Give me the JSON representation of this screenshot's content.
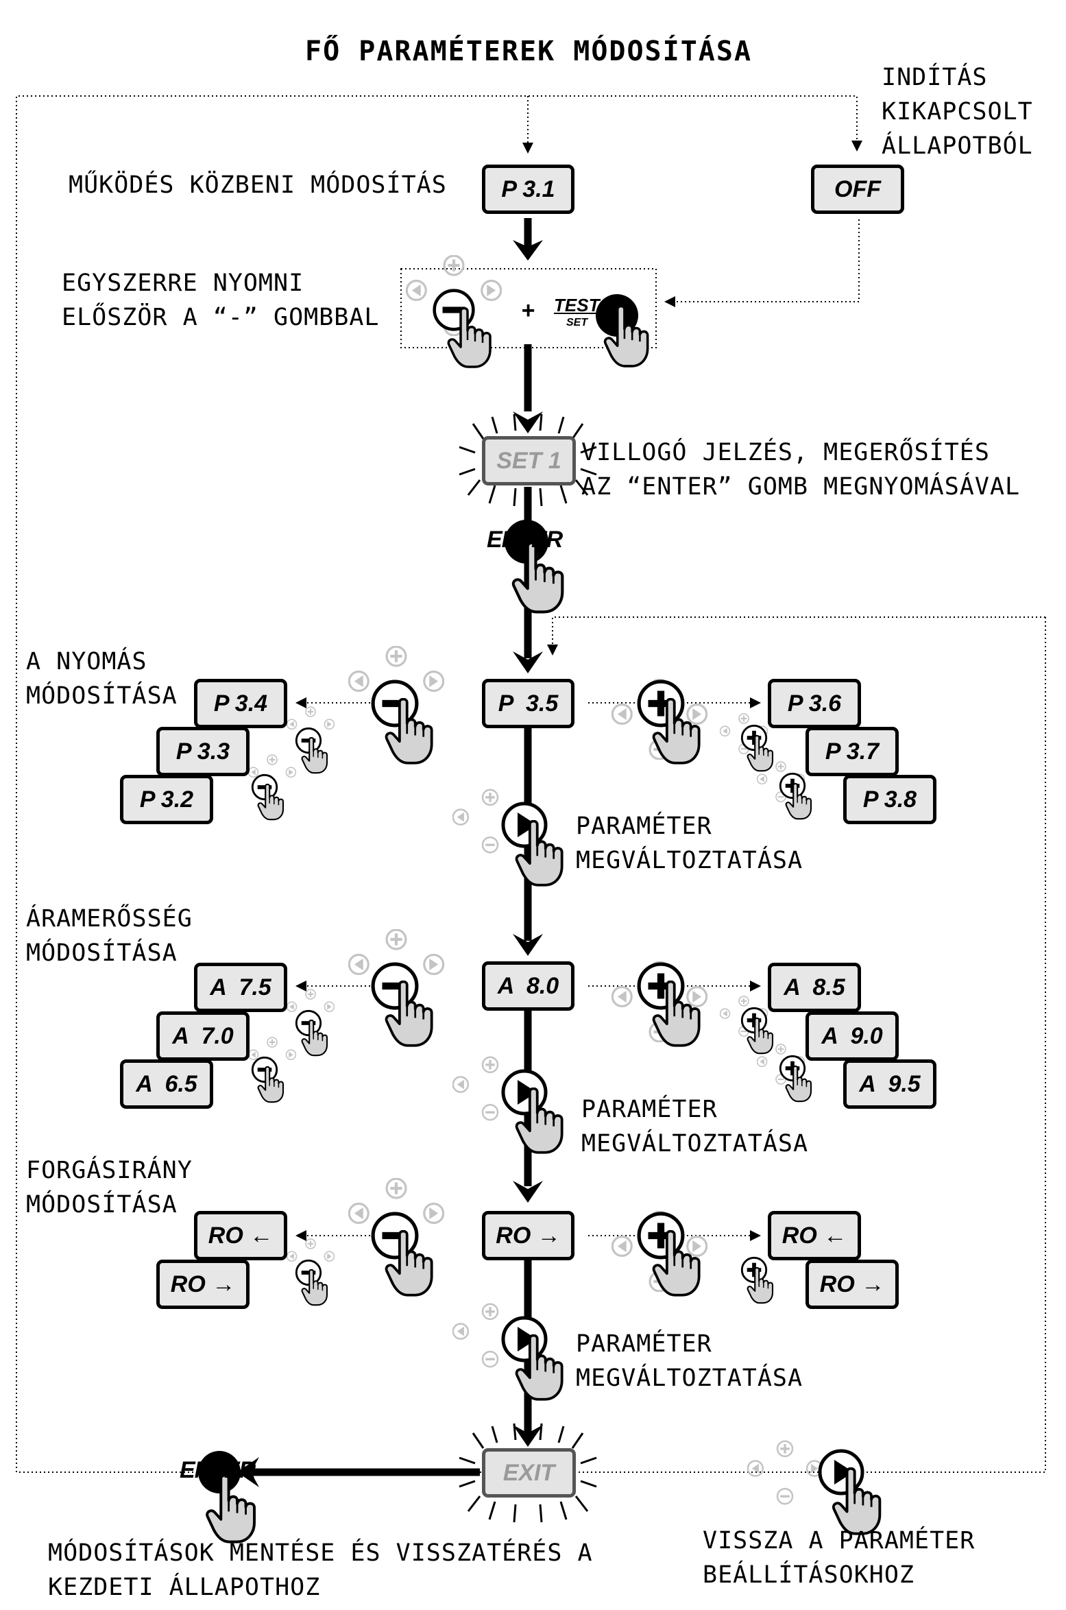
{
  "title": "FŐ PARAMÉTEREK MÓDOSÍTÁSA",
  "labels": {
    "start_off": "INDÍTÁS\nKIKAPCSOLT\nÁLLAPOTBÓL",
    "running_edit": "MŰKÖDÉS KÖZBENI MÓDOSÍTÁS",
    "press_together": "EGYSZERRE NYOMNI\nELŐSZÖR A “-” GOMBBAL",
    "blink_confirm": "VILLOGÓ JELZÉS, MEGERŐSÍTÉS\nAZ “ENTER” GOMB MEGNYOMÁSÁVAL",
    "pressure_edit": "A NYOMÁS\nMÓDOSÍTÁSA",
    "param_change_1": "PARAMÉTER\nMEGVÁLTOZTATÁSA",
    "current_edit": "ÁRAMERŐSSÉG\nMÓDOSÍTÁSA",
    "param_change_2": "PARAMÉTER\nMEGVÁLTOZTATÁSA",
    "rotation_edit": "FORGÁSIRÁNY\nMÓDOSÍTÁSA",
    "param_change_3": "PARAMÉTER\nMEGVÁLTOZTATÁSA",
    "save_return": "MÓDOSÍTÁSOK MENTÉSE ÉS VISSZATÉRÉS A\nKEZDETI ÁLLAPOTHOZ",
    "back_to_settings": "VISSZA A PARAMÉTER\nBEÁLLÍTÁSOKHOZ"
  },
  "displays": {
    "p31": "P 3.1",
    "off": "OFF",
    "set1": "SET 1",
    "p35": "P  3.5",
    "p34": "P 3.4",
    "p33": "P 3.3",
    "p32": "P 3.2",
    "p36": "P 3.6",
    "p37": "P 3.7",
    "p38": "P 3.8",
    "a80": "A  8.0",
    "a75": "A  7.5",
    "a70": "A  7.0",
    "a65": "A  6.5",
    "a85": "A  8.5",
    "a90": "A  9.0",
    "a95": "A  9.5",
    "ro_main": "RO →",
    "ro_left_a": "RO ←",
    "ro_left_b": "RO →",
    "ro_right_a": "RO ←",
    "ro_right_b": "RO →",
    "exit": "EXIT"
  },
  "keys": {
    "plus_sign": "+",
    "test": "TEST",
    "set": "SET",
    "enter": "ENTER"
  },
  "colors": {
    "line": "#000000",
    "display_bg": "#e7e7e7",
    "hand_fill": "#d4d4d4",
    "faded_button": "#bdbdbd"
  }
}
